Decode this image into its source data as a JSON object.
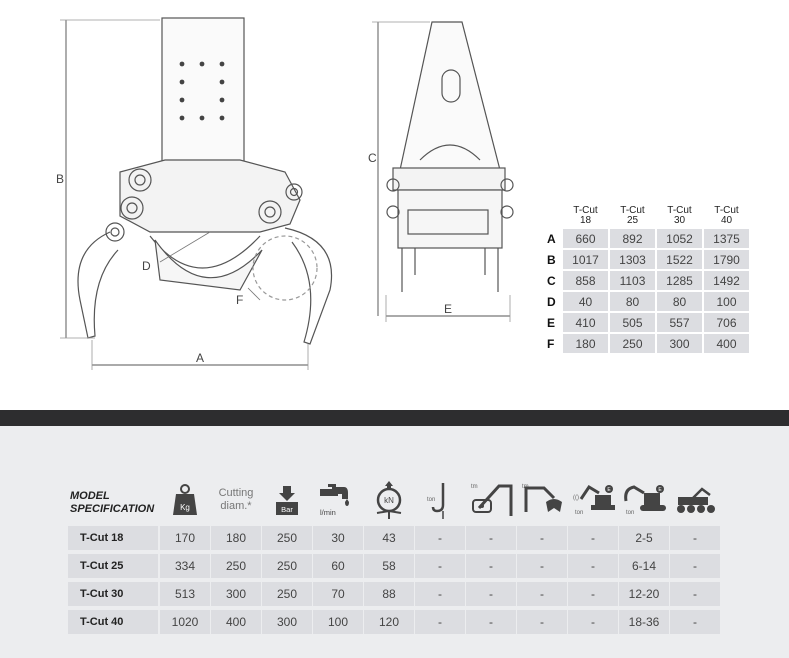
{
  "drawing": {
    "dimension_letters": [
      "A",
      "B",
      "C",
      "D",
      "E",
      "F"
    ]
  },
  "dimension_table": {
    "columns": [
      "T-Cut\n18",
      "T-Cut\n25",
      "T-Cut\n30",
      "T-Cut\n40"
    ],
    "rows": [
      {
        "label": "A",
        "values": [
          "660",
          "892",
          "1052",
          "1375"
        ]
      },
      {
        "label": "B",
        "values": [
          "1017",
          "1303",
          "1522",
          "1790"
        ]
      },
      {
        "label": "C",
        "values": [
          "858",
          "1103",
          "1285",
          "1492"
        ]
      },
      {
        "label": "D",
        "values": [
          "40",
          "80",
          "80",
          "100"
        ]
      },
      {
        "label": "E",
        "values": [
          "410",
          "505",
          "557",
          "706"
        ]
      },
      {
        "label": "F",
        "values": [
          "180",
          "250",
          "300",
          "400"
        ]
      }
    ]
  },
  "spec": {
    "title_line1": "MODEL",
    "title_line2": "SPECIFICATION",
    "headers": [
      {
        "icon": "weight-icon",
        "text": "Kg"
      },
      {
        "icon": "",
        "text": "Cutting diam.*"
      },
      {
        "icon": "pressure-icon",
        "text": "Bar"
      },
      {
        "icon": "flow-tap-icon",
        "text": "l/min"
      },
      {
        "icon": "force-icon",
        "text": "kN"
      },
      {
        "icon": "hook-icon",
        "text": "ton"
      },
      {
        "icon": "crane-tm-icon",
        "text": "tm"
      },
      {
        "icon": "crane-grapple-tm-icon",
        "text": "tm"
      },
      {
        "icon": "excavator-wheeled-icon",
        "text": "ton"
      },
      {
        "icon": "excavator-tracked-icon",
        "text": "ton"
      },
      {
        "icon": "forestry-machine-icon",
        "text": ""
      }
    ],
    "rows": [
      {
        "model": "T-Cut 18",
        "values": [
          "170",
          "180",
          "250",
          "30",
          "43",
          "-",
          "-",
          "-",
          "-",
          "2-5",
          "-"
        ]
      },
      {
        "model": "T-Cut 25",
        "values": [
          "334",
          "250",
          "250",
          "60",
          "58",
          "-",
          "-",
          "-",
          "-",
          "6-14",
          "-"
        ]
      },
      {
        "model": "T-Cut 30",
        "values": [
          "513",
          "300",
          "250",
          "70",
          "88",
          "-",
          "-",
          "-",
          "-",
          "12-20",
          "-"
        ]
      },
      {
        "model": "T-Cut 40",
        "values": [
          "1020",
          "400",
          "300",
          "100",
          "120",
          "-",
          "-",
          "-",
          "-",
          "18-36",
          "-"
        ]
      }
    ]
  }
}
